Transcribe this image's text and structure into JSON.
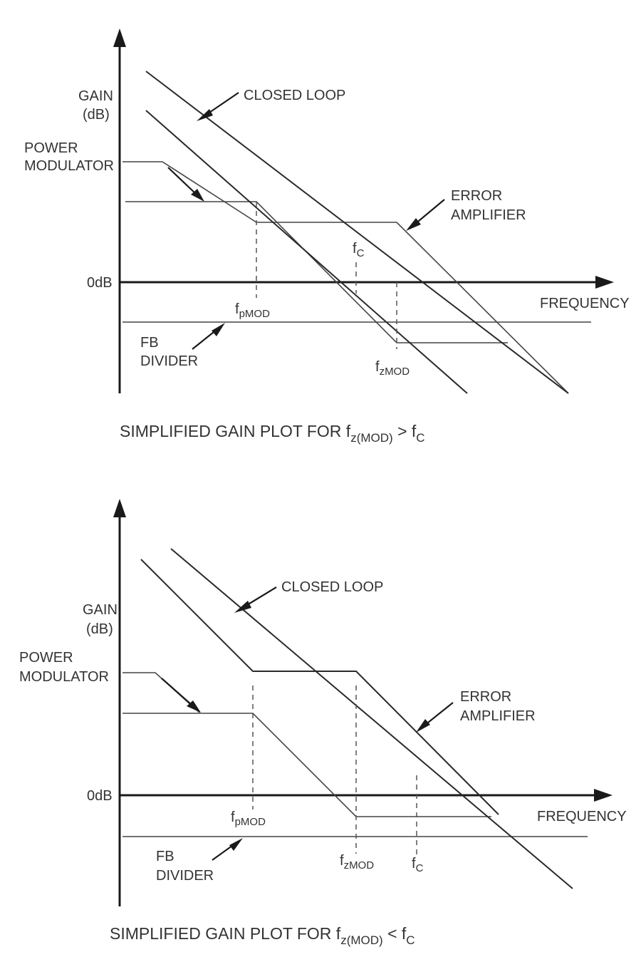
{
  "diagrams": [
    {
      "gain_label_1": "GAIN",
      "gain_label_2": "(dB)",
      "zero_db": "0dB",
      "frequency": "FREQUENCY",
      "power_modulator_1": "POWER",
      "power_modulator_2": "MODULATOR",
      "closed_loop": "CLOSED LOOP",
      "error_amplifier_1": "ERROR",
      "error_amplifier_2": "AMPLIFIER",
      "fb_divider_1": "FB",
      "fb_divider_2": "DIVIDER",
      "fc_main": "f",
      "fc_sub": "C",
      "fpmod_main": "f",
      "fpmod_sub": "pMOD",
      "fzmod_main": "f",
      "fzmod_sub": "zMOD",
      "caption_text": "SIMPLIFIED GAIN PLOT FOR f",
      "caption_sub1": "z(MOD)",
      "caption_op": " > f",
      "caption_sub2": "C"
    },
    {
      "gain_label_1": "GAIN",
      "gain_label_2": "(dB)",
      "zero_db": "0dB",
      "frequency": "FREQUENCY",
      "power_modulator_1": "POWER",
      "power_modulator_2": "MODULATOR",
      "closed_loop": "CLOSED LOOP",
      "error_amplifier_1": "ERROR",
      "error_amplifier_2": "AMPLIFIER",
      "fb_divider_1": "FB",
      "fb_divider_2": "DIVIDER",
      "fc_main": "f",
      "fc_sub": "C",
      "fpmod_main": "f",
      "fpmod_sub": "pMOD",
      "fzmod_main": "f",
      "fzmod_sub": "zMOD",
      "caption_text": "SIMPLIFIED GAIN PLOT FOR f",
      "caption_sub1": "z(MOD)",
      "caption_op": " < f",
      "caption_sub2": "C"
    }
  ]
}
